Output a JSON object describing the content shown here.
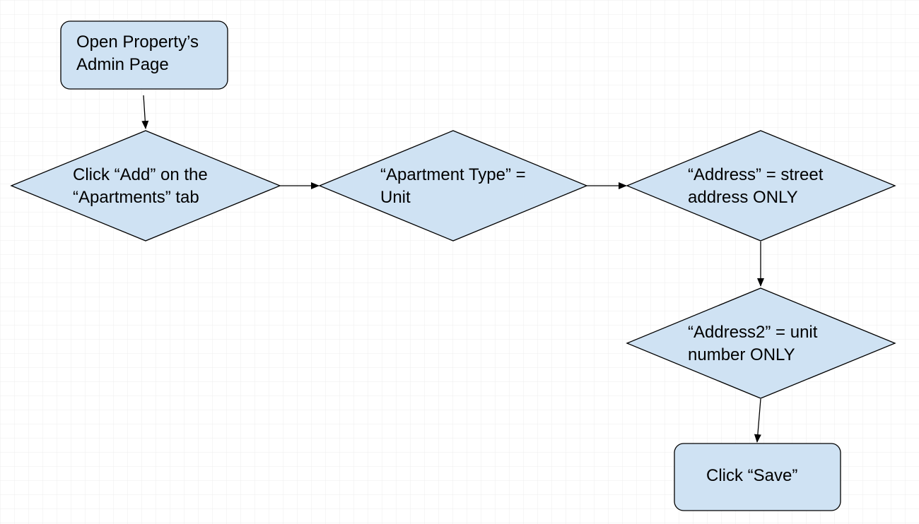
{
  "diagram": {
    "type": "flowchart",
    "colors": {
      "node_fill": "#cfe2f3",
      "node_stroke": "#000000",
      "background": "#ffffff",
      "grid_line": "#eeeeee"
    },
    "nodes": [
      {
        "id": "open-admin",
        "shape": "rounded-rect",
        "lines": [
          "Open Property’s",
          "Admin Page"
        ]
      },
      {
        "id": "click-add",
        "shape": "diamond",
        "lines": [
          "Click “Add” on the",
          "“Apartments” tab"
        ]
      },
      {
        "id": "apt-type",
        "shape": "diamond",
        "lines": [
          "“Apartment Type” =",
          "Unit"
        ]
      },
      {
        "id": "address",
        "shape": "diamond",
        "lines": [
          "“Address” = street",
          "address ONLY"
        ]
      },
      {
        "id": "address2",
        "shape": "diamond",
        "lines": [
          "“Address2” = unit",
          "number ONLY"
        ]
      },
      {
        "id": "click-save",
        "shape": "rounded-rect",
        "lines": [
          "Click “Save”"
        ]
      }
    ],
    "edges": [
      {
        "from": "open-admin",
        "to": "click-add"
      },
      {
        "from": "click-add",
        "to": "apt-type"
      },
      {
        "from": "apt-type",
        "to": "address"
      },
      {
        "from": "address",
        "to": "address2"
      },
      {
        "from": "address2",
        "to": "click-save"
      }
    ]
  }
}
